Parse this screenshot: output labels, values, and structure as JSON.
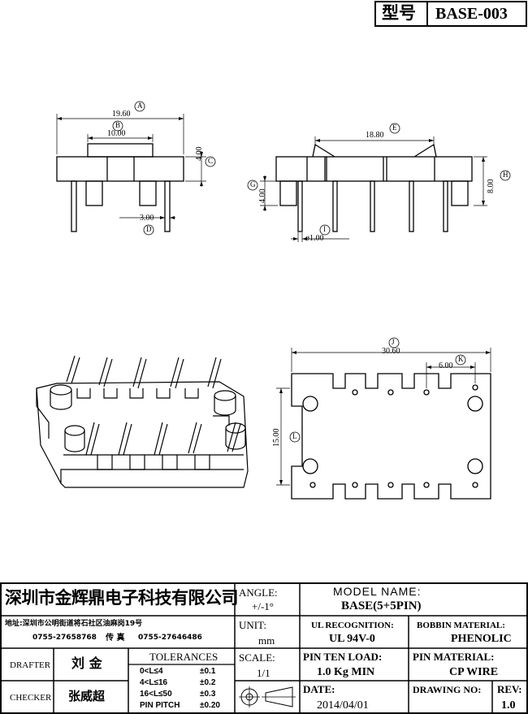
{
  "title_block_top": {
    "model_label": "型号",
    "model_code": "BASE-003"
  },
  "dimensions": {
    "A": {
      "letter": "A",
      "value": "19.60"
    },
    "B": {
      "letter": "B",
      "value": "10.00"
    },
    "C": {
      "letter": "C",
      "value": "4.00"
    },
    "D": {
      "letter": "D",
      "value": "3.00"
    },
    "E": {
      "letter": "E",
      "value": "18.80"
    },
    "G": {
      "letter": "G",
      "value": "4.00"
    },
    "H": {
      "letter": "H",
      "value": "8.00"
    },
    "I": {
      "letter": "I",
      "value": "ø1.00"
    },
    "J": {
      "letter": "J",
      "value": "30.60"
    },
    "K": {
      "letter": "K",
      "value": "6.00"
    },
    "L": {
      "letter": "L",
      "value": "15.00"
    }
  },
  "company": {
    "name": "深圳市金辉鼎电子科技有限公司",
    "address": "地址:深圳市公明街道将石社区油麻岗19号",
    "phone": "0755-27658768",
    "fax_label": "传 真",
    "fax": "0755-27646486"
  },
  "angle": {
    "label": "ANGLE:",
    "value": "+/-1°"
  },
  "unit": {
    "label": "UNIT:",
    "value": "mm"
  },
  "scale": {
    "label": "SCALE:",
    "value": "1/1"
  },
  "model_name": {
    "label": "MODEL NAME:",
    "value": "BASE(5+5PIN)"
  },
  "ul_recognition": {
    "label": "UL RECOGNITION:",
    "value": "UL 94V-0"
  },
  "bobbin_material": {
    "label": "BOBBIN MATERIAL:",
    "value": "PHENOLIC"
  },
  "pin_ten_load": {
    "label": "PIN TEN LOAD:",
    "value": "1.0 Kg MIN"
  },
  "pin_material": {
    "label": "PIN MATERIAL:",
    "value": "CP WIRE"
  },
  "date": {
    "label": "DATE:",
    "value": "2014/04/01"
  },
  "drawing_no": {
    "label": "DRAWING NO:",
    "value": ""
  },
  "rev": {
    "label": "REV:",
    "value": "1.0"
  },
  "drafter": {
    "label": "DRAFTER",
    "name": "刘 金"
  },
  "checker": {
    "label": "CHECKER",
    "name": "张威超"
  },
  "tolerances": {
    "title": "TOLERANCES",
    "rows": [
      {
        "range": "0<L≤4",
        "value": "±0.1"
      },
      {
        "range": "4<L≤16",
        "value": "±0.2"
      },
      {
        "range": "16<L≤50",
        "value": "±0.3"
      },
      {
        "range": "PIN PITCH",
        "value": "±0.20"
      }
    ]
  }
}
